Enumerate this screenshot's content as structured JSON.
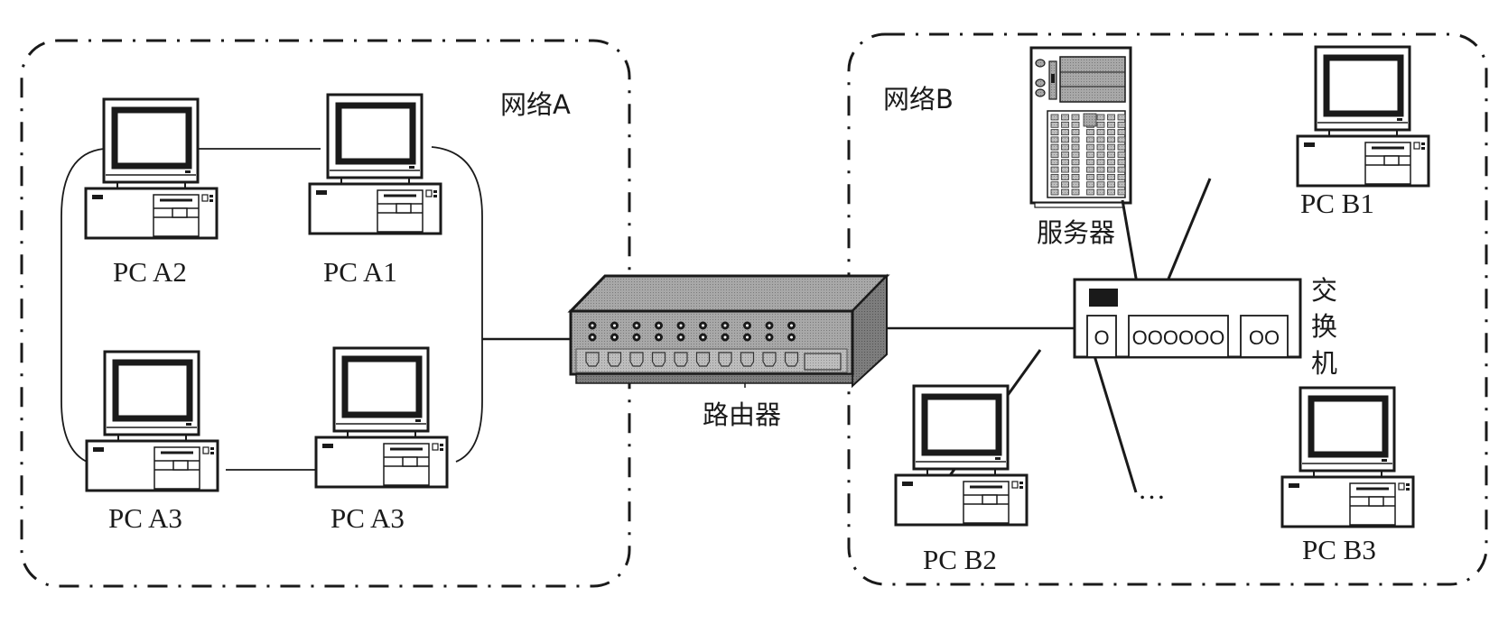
{
  "network_a": {
    "label": "网络A"
  },
  "network_b": {
    "label": "网络B"
  },
  "devices": {
    "pc_a2": {
      "label": "PC  A2"
    },
    "pc_a1": {
      "label": "PC  A1"
    },
    "pc_a3_left": {
      "label": "PC  A3"
    },
    "pc_a3_right": {
      "label": "PC  A3"
    },
    "router": {
      "label": "路由器"
    },
    "server": {
      "label": "服务器"
    },
    "pc_b1": {
      "label": "PC  B1"
    },
    "pc_b2": {
      "label": "PC  B2"
    },
    "pc_b3": {
      "label": "PC  B3"
    },
    "switch": {
      "label_chars": [
        "交",
        "换",
        "机"
      ],
      "port_glyphs": {
        "left": "O",
        "center": "OOOOOO",
        "right": "OO"
      }
    }
  },
  "ellipsis": "…",
  "colors": {
    "ink": "#1a1a1a",
    "router_gray": "#9a9a9a",
    "router_dark": "#6f6f6f"
  }
}
